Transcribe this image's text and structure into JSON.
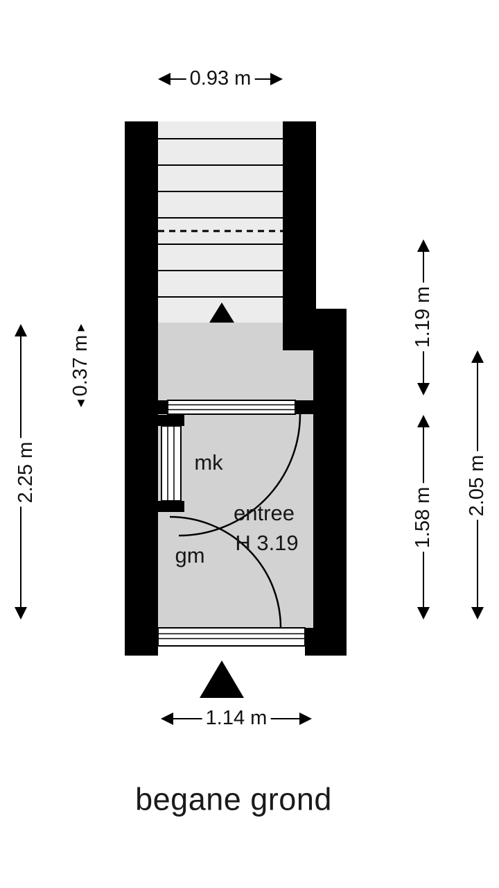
{
  "floor_plan": {
    "title": "begane grond",
    "labels": {
      "mk": "mk",
      "entree": "entree",
      "entree_height": "H 3.19",
      "gm": "gm"
    },
    "dimensions": {
      "stair_width_top": "0.93 m",
      "entrance_width_bottom": "1.14 m",
      "left_full_height": "2.25 m",
      "left_landing_depth": "0.37 m",
      "right_upper_section": "1.19 m",
      "right_entree_depth": "1.58 m",
      "right_full_depth": "2.05 m"
    },
    "colors": {
      "wall": "#000000",
      "room_fill": "#d2d2d2",
      "stair_fill": "#ececec",
      "line": "#000000",
      "background": "#ffffff"
    }
  }
}
